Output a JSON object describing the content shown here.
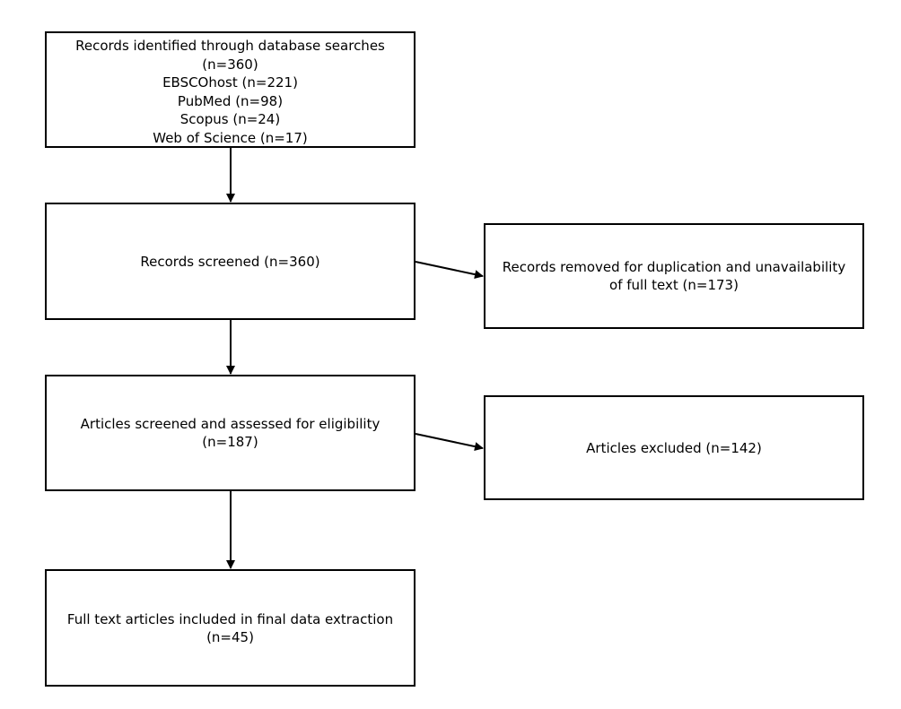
{
  "flowchart": {
    "identified": {
      "title": "Records identified through database searches",
      "count": "(n=360)",
      "sources": [
        "EBSCOhost (n=221)",
        "PubMed (n=98)",
        "Scopus (n=24)",
        "Web of Science (n=17)"
      ]
    },
    "screened": {
      "text": "Records screened (n=360)"
    },
    "removed": {
      "line1": "Records removed for duplication and unavailability",
      "line2": "of full text (n=173)"
    },
    "assessed": {
      "line1": "Articles screened and assessed for eligibility",
      "line2": "(n=187)"
    },
    "excluded": {
      "text": "Articles excluded (n=142)"
    },
    "included": {
      "line1": "Full text articles included in final data extraction",
      "line2": "(n=45)"
    }
  }
}
